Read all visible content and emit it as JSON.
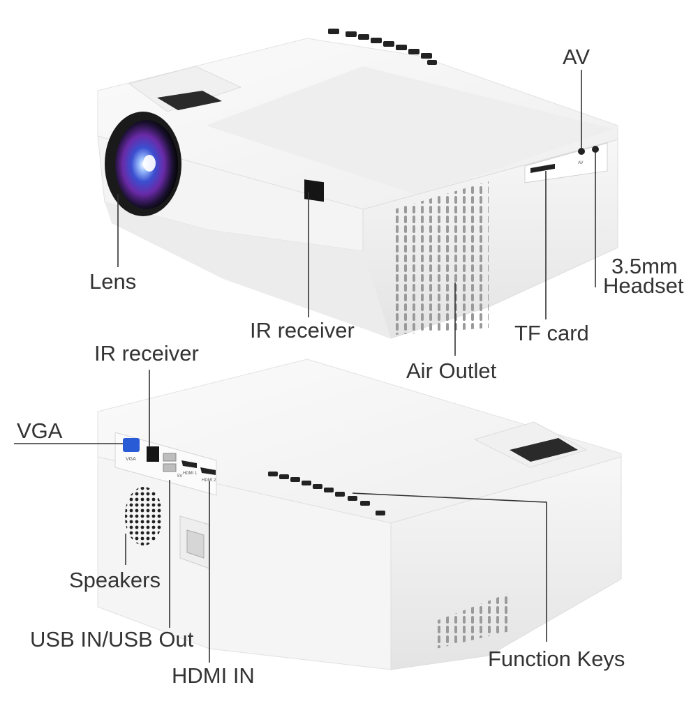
{
  "labels": {
    "av": "AV",
    "lens": "Lens",
    "headset_line1": "3.5mm",
    "headset_line2": "Headset",
    "ir_receiver_top": "IR receiver",
    "tf_card": "TF card",
    "air_outlet": "Air Outlet",
    "ir_receiver_bottom": "IR receiver",
    "vga": "VGA",
    "speakers": "Speakers",
    "usb": "USB IN/USB Out",
    "hdmi_in": "HDMI IN",
    "function_keys": "Function Keys"
  },
  "port_markings": {
    "av_jack": "AV",
    "vga_port": "VGA",
    "hdmi_1": "HDMI 1",
    "hdmi_2": "HDMI 2",
    "usb_5v": "5V"
  },
  "colors": {
    "body_white": "#f6f6f6",
    "shadow_gray": "#dcdcdc",
    "label_text": "#333333",
    "leader_line": "#333333",
    "vga_blue": "#2a5bd7"
  }
}
